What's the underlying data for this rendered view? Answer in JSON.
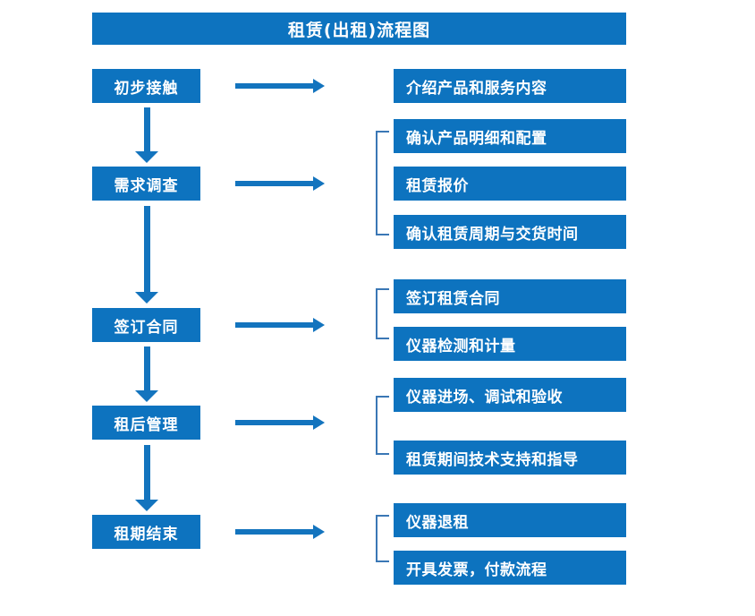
{
  "diagram": {
    "title": "租赁(出租)流程图",
    "accent_color": "#0D73BF",
    "arrow_color": "#1374BE",
    "bracket_color": "#3A77B5",
    "text_color": "#FFFFFF",
    "background_color": "#FFFFFF"
  },
  "stages": [
    {
      "id": "stage-1",
      "label": "初步接触"
    },
    {
      "id": "stage-2",
      "label": "需求调查"
    },
    {
      "id": "stage-3",
      "label": "签订合同"
    },
    {
      "id": "stage-4",
      "label": "租后管理"
    },
    {
      "id": "stage-5",
      "label": "租期结束"
    }
  ],
  "details": [
    {
      "id": "detail-1",
      "label": "介绍产品和服务内容"
    },
    {
      "id": "detail-2",
      "label": "确认产品明细和配置"
    },
    {
      "id": "detail-3",
      "label": "租赁报价"
    },
    {
      "id": "detail-4",
      "label": "确认租赁周期与交货时间"
    },
    {
      "id": "detail-5",
      "label": "签订租赁合同"
    },
    {
      "id": "detail-6",
      "label": "仪器检测和计量"
    },
    {
      "id": "detail-7",
      "label": "仪器进场、调试和验收"
    },
    {
      "id": "detail-8",
      "label": "租赁期间技术支持和指导"
    },
    {
      "id": "detail-9",
      "label": "仪器退租"
    },
    {
      "id": "detail-10",
      "label": "开具发票，付款流程"
    }
  ],
  "groups": [
    {
      "id": "group-1",
      "stage": "需求调查",
      "members": [
        "确认产品明细和配置",
        "租赁报价",
        "确认租赁周期与交货时间"
      ]
    },
    {
      "id": "group-2",
      "stage": "签订合同",
      "members": [
        "签订租赁合同",
        "仪器检测和计量"
      ]
    },
    {
      "id": "group-3",
      "stage": "租后管理",
      "members": [
        "仪器进场、调试和验收",
        "租赁期间技术支持和指导"
      ]
    },
    {
      "id": "group-4",
      "stage": "租期结束",
      "members": [
        "仪器退租",
        "开具发票，付款流程"
      ]
    }
  ],
  "flow": [
    {
      "from": "初步接触",
      "to": "需求调查"
    },
    {
      "from": "需求调查",
      "to": "签订合同"
    },
    {
      "from": "签订合同",
      "to": "租后管理"
    },
    {
      "from": "租后管理",
      "to": "租期结束"
    }
  ]
}
